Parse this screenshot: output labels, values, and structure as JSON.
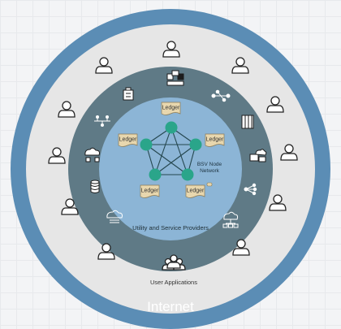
{
  "rings": {
    "internet_label": "Internet",
    "user_applications_label": "User Applications",
    "providers_label": "Utility and Service Providers"
  },
  "core": {
    "network_label_line1": "BSV Node",
    "network_label_line2": "Network",
    "ledger_label": "Ledger"
  },
  "icons": {
    "user": "user-icon",
    "user_group": "user-group-icon",
    "service_icons": [
      "building-icon",
      "server-network-icon",
      "network-nodes-icon",
      "data-center-icon",
      "cloud-stack-icon",
      "share-nodes-icon",
      "cloud-network-icon",
      "cloud-server-icon",
      "database-icon",
      "cloud-computing-icon",
      "circuit-icon"
    ]
  },
  "colors": {
    "internet_ring": "#5b8db5",
    "user_ring": "#e6e6e6",
    "provider_ring": "#5f7a86",
    "core": "#8cb5d6",
    "node": "#2aa58a",
    "ledger": "#e8d7ae"
  }
}
